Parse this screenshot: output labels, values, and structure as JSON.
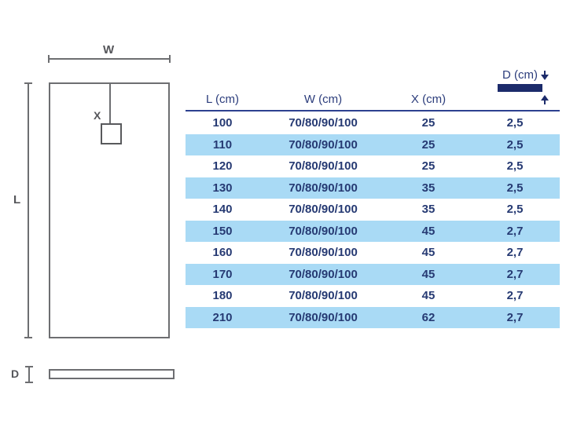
{
  "diagram": {
    "width_label": "W",
    "length_label": "L",
    "drain_label": "X",
    "depth_label": "D"
  },
  "table": {
    "headers": {
      "l": "L (cm)",
      "w": "W (cm)",
      "x": "X (cm)",
      "d": "D (cm)"
    },
    "rows": [
      {
        "l": "100",
        "w": "70/80/90/100",
        "x": "25",
        "d": "2,5"
      },
      {
        "l": "110",
        "w": "70/80/90/100",
        "x": "25",
        "d": "2,5"
      },
      {
        "l": "120",
        "w": "70/80/90/100",
        "x": "25",
        "d": "2,5"
      },
      {
        "l": "130",
        "w": "70/80/90/100",
        "x": "35",
        "d": "2,5"
      },
      {
        "l": "140",
        "w": "70/80/90/100",
        "x": "35",
        "d": "2,5"
      },
      {
        "l": "150",
        "w": "70/80/90/100",
        "x": "45",
        "d": "2,7"
      },
      {
        "l": "160",
        "w": "70/80/90/100",
        "x": "45",
        "d": "2,7"
      },
      {
        "l": "170",
        "w": "70/80/90/100",
        "x": "45",
        "d": "2,7"
      },
      {
        "l": "180",
        "w": "70/80/90/100",
        "x": "45",
        "d": "2,7"
      },
      {
        "l": "210",
        "w": "70/80/90/100",
        "x": "62",
        "d": "2,7"
      }
    ]
  },
  "colors": {
    "navy_text": "#263a73",
    "header_underline": "#2d4190",
    "depth_bar": "#1c2b6b",
    "row_highlight": "#a9daf5",
    "diagram_gray": "#6d6e71"
  }
}
